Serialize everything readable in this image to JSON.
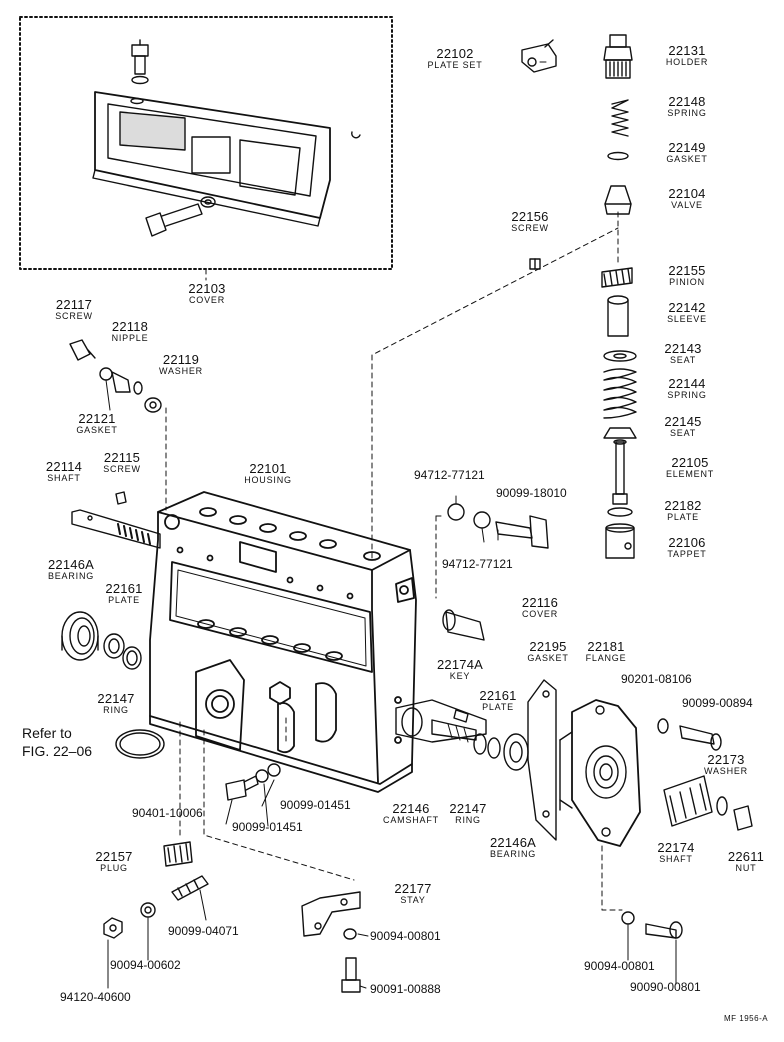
{
  "parts": [
    {
      "id": "22102",
      "name": "PLATE SET"
    },
    {
      "id": "22131",
      "name": "HOLDER"
    },
    {
      "id": "22148",
      "name": "SPRING"
    },
    {
      "id": "22149",
      "name": "GASKET"
    },
    {
      "id": "22104",
      "name": "VALVE"
    },
    {
      "id": "22156",
      "name": "SCREW"
    },
    {
      "id": "22155",
      "name": "PINION"
    },
    {
      "id": "22142",
      "name": "SLEEVE"
    },
    {
      "id": "22143",
      "name": "SEAT"
    },
    {
      "id": "22144",
      "name": "SPRING"
    },
    {
      "id": "22145",
      "name": "SEAT"
    },
    {
      "id": "22105",
      "name": "ELEMENT"
    },
    {
      "id": "22182",
      "name": "PLATE"
    },
    {
      "id": "22106",
      "name": "TAPPET"
    },
    {
      "id": "22103",
      "name": "COVER"
    },
    {
      "id": "22117",
      "name": "SCREW"
    },
    {
      "id": "22118",
      "name": "NIPPLE"
    },
    {
      "id": "22119",
      "name": "WASHER"
    },
    {
      "id": "22121",
      "name": "GASKET"
    },
    {
      "id": "22114",
      "name": "SHAFT"
    },
    {
      "id": "22115",
      "name": "SCREW"
    },
    {
      "id": "22101",
      "name": "HOUSING"
    },
    {
      "id": "22146A",
      "name": "BEARING"
    },
    {
      "id": "22161",
      "name": "PLATE"
    },
    {
      "id": "22147",
      "name": "RING"
    },
    {
      "id": "22116",
      "name": "COVER"
    },
    {
      "id": "22195",
      "name": "GASKET"
    },
    {
      "id": "22181",
      "name": "FLANGE"
    },
    {
      "id": "22174A",
      "name": "KEY"
    },
    {
      "id": "22161",
      "name": "PLATE"
    },
    {
      "id": "22173",
      "name": "WASHER"
    },
    {
      "id": "22146",
      "name": "CAMSHAFT"
    },
    {
      "id": "22147",
      "name": "RING"
    },
    {
      "id": "22146A",
      "name": "BEARING"
    },
    {
      "id": "22174",
      "name": "SHAFT"
    },
    {
      "id": "22611",
      "name": "NUT"
    },
    {
      "id": "22157",
      "name": "PLUG"
    },
    {
      "id": "22177",
      "name": "STAY"
    }
  ],
  "numbers": [
    "94712-77121",
    "90099-18010",
    "94712-77121",
    "90201-08106",
    "90099-00894",
    "90099-01451",
    "90401-10006",
    "90099-01451",
    "90099-04071",
    "90094-00602",
    "94120-40600",
    "90094-00801",
    "90091-00888",
    "90094-00801",
    "90090-00801"
  ],
  "reference": {
    "line1": "Refer to",
    "line2": "FIG. 22–06"
  },
  "footer": "MF 1956-A"
}
